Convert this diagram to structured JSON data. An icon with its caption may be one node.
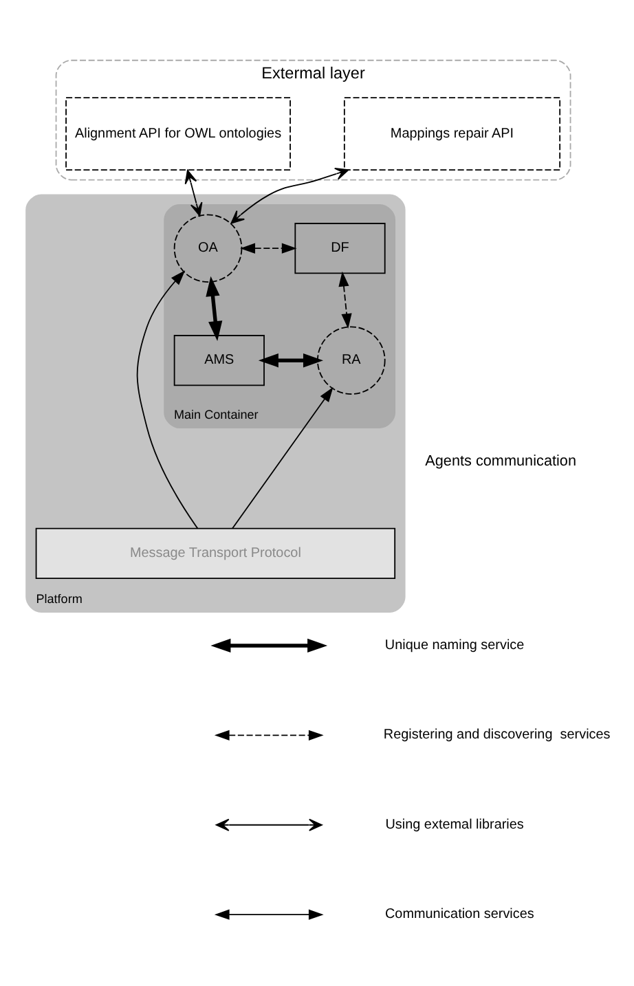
{
  "diagram": {
    "nodes": [
      {
        "text": [
          "Extermal layer"
        ]
      },
      {
        "text": [
          "Alignment API for OWL ontologies"
        ],
        "in": 0
      },
      {
        "text": [
          "Mappings repair API"
        ],
        "in": 0
      },
      {
        "text": [
          "Platform"
        ]
      },
      {
        "text": [
          "Main Container"
        ],
        "in": 3
      },
      {
        "text": [
          "OA"
        ],
        "in": 4
      },
      {
        "text": [
          "DF"
        ],
        "in": 4
      },
      {
        "text": [
          "RA"
        ],
        "in": 4
      },
      {
        "text": [
          "AMS"
        ],
        "in": 4
      },
      {
        "text": [
          "Message Transport Protocol"
        ],
        "in": 3
      }
    ],
    "edges": [
      {
        "from": 1,
        "to": 5,
        "arrow": "both"
      },
      {
        "from": 2,
        "to": 5,
        "arrow": "both"
      },
      {
        "from": 5,
        "to": 6,
        "arrow": "both",
        "style": "dashed"
      },
      {
        "from": 6,
        "to": 7,
        "arrow": "both",
        "style": "dashed"
      },
      {
        "from": 5,
        "to": 8,
        "arrow": "both",
        "style": "thick"
      },
      {
        "from": 7,
        "to": 8,
        "arrow": "both",
        "style": "thick"
      },
      {
        "from": 9,
        "to": 7,
        "arrow": "to"
      },
      {
        "from": 9,
        "to": 5,
        "arrow": "to"
      }
    ],
    "labels": [
      "Agents communication"
    ],
    "legend": [
      {
        "text": "Unique naming service"
      },
      {
        "text": "Registering and discovering  services"
      },
      {
        "text": "Using extemal libraries"
      },
      {
        "text": "Communication services"
      }
    ]
  }
}
